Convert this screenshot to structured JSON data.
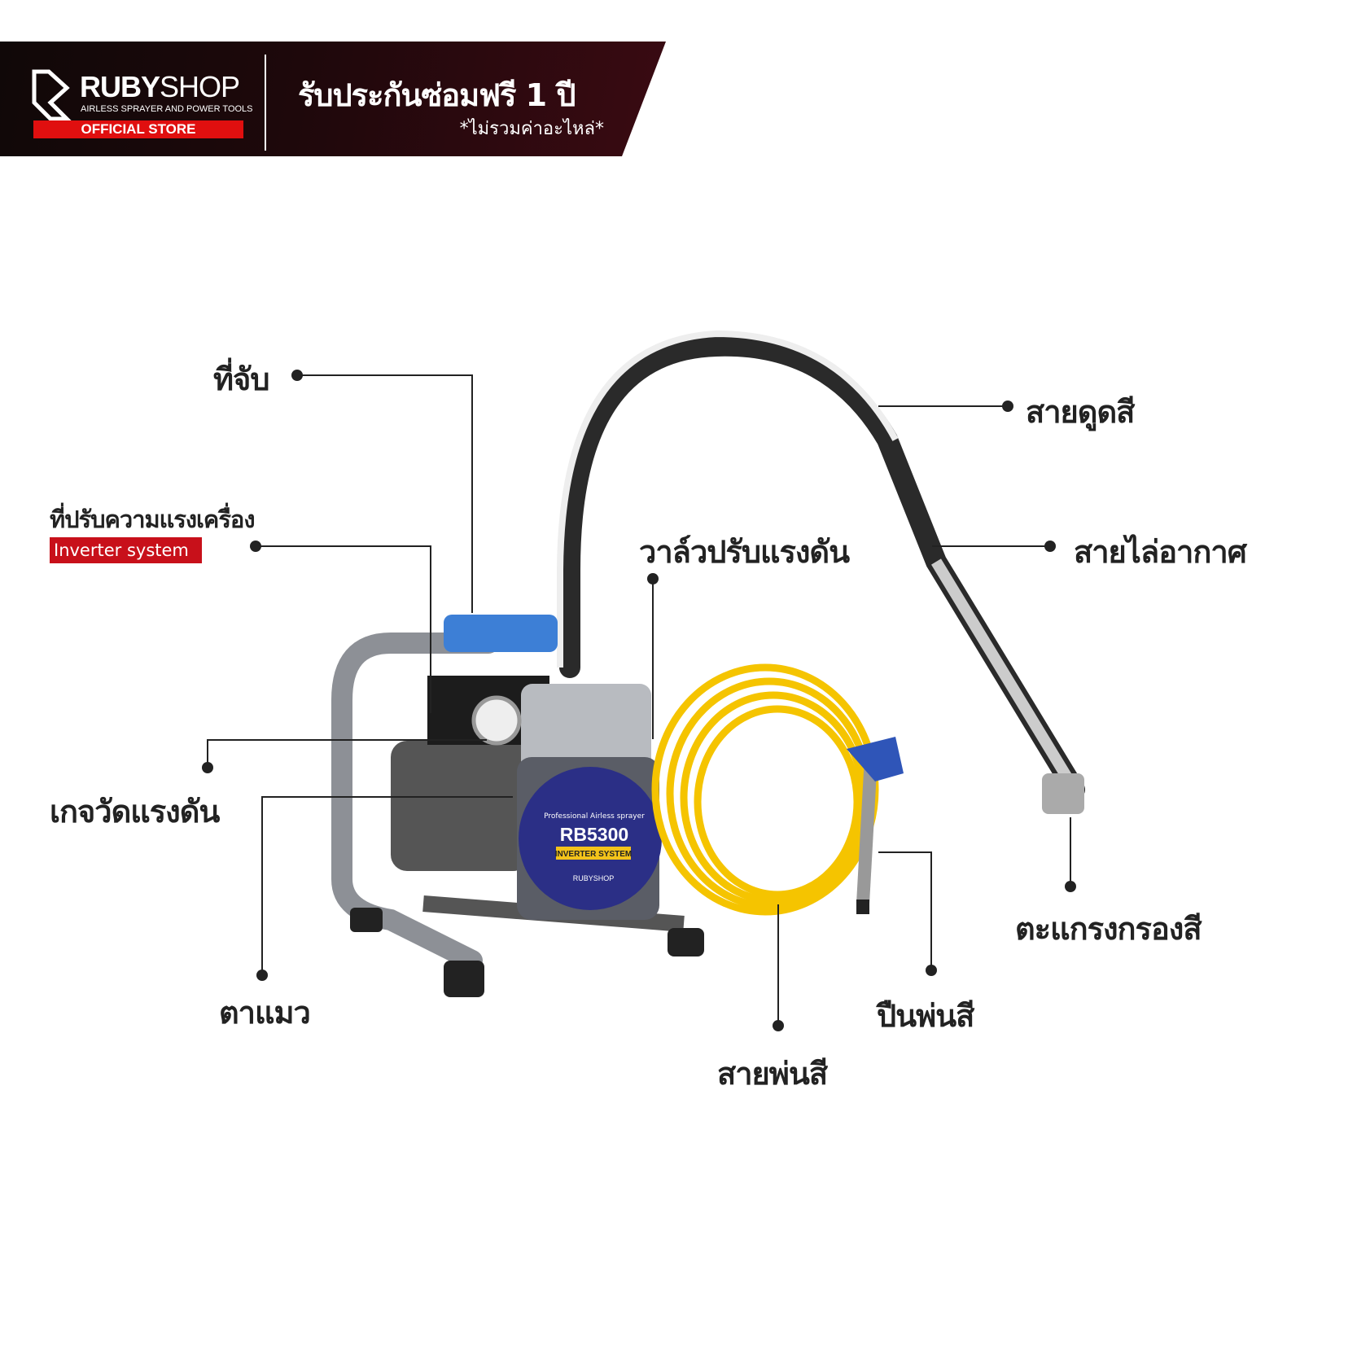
{
  "header": {
    "brand_bold": "RUBY",
    "brand_thin": "SHOP",
    "tagline": "AIRLESS SPRAYER AND POWER TOOLS",
    "official": "OFFICIAL STORE",
    "warranty": "รับประกันซ่อมฟรี 1 ปี",
    "warranty_note": "*ไม่รวมค่าอะไหล่*"
  },
  "product": {
    "plate_line1": "Professional Airless sprayer",
    "model": "RB5300",
    "plate_badge": "INVERTER SYSTEM",
    "plate_brand": "RUBYSHOP"
  },
  "labels": {
    "handle": "ที่จับ",
    "power_adjust": "ที่ปรับความแรงเครื่อง",
    "inverter": "Inverter system",
    "pressure_valve": "วาล์วปรับแรงดัน",
    "suction_hose": "สายดูดสี",
    "bleed_hose": "สายไล่อากาศ",
    "pressure_gauge": "เกจวัดแรงดัน",
    "sight_glass": "ตาแมว",
    "filter": "ตะแกรงกรองสี",
    "spray_gun": "ปืนพ่นสี",
    "spray_hose": "สายพ่นสี"
  },
  "colors": {
    "accent_red": "#e00f0f",
    "hose_yellow": "#f5c400",
    "plate_blue": "#2b2f86"
  }
}
